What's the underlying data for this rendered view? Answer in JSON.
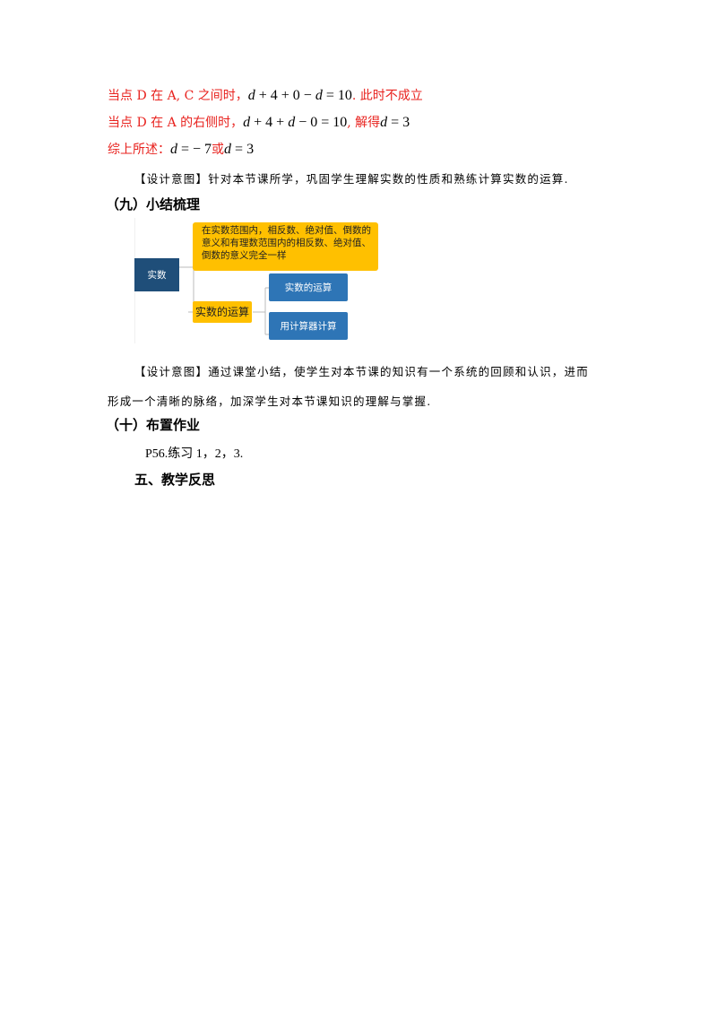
{
  "lines": {
    "l1": {
      "prefix": "当点 D 在 A, C 之间时，",
      "d1": "d",
      "mid": " + 4 + 0 − ",
      "d2": "d",
      "eq": " = 10",
      "suffix": ". 此时不成立"
    },
    "l2": {
      "prefix": "当点 D 在 A 的右侧时，",
      "d1": "d",
      "mid1": " + 4 + ",
      "d2": "d",
      "mid2": " − 0 = 10",
      "suffix": ", 解得",
      "d3": "d",
      "eq": " = 3"
    },
    "l3": {
      "prefix": "综上所述：",
      "d1": "d",
      "eq1": " = − 7",
      "or": "或",
      "d2": "d",
      "eq2": " = 3"
    }
  },
  "design_intent_1": {
    "label": "【设计意图】",
    "text": "针对本节课所学，巩固学生理解实数的性质和熟练计算实数的运算."
  },
  "section9": {
    "title": "（九）小结梳理"
  },
  "diagram": {
    "root": "实数",
    "top_box": "在实数范围内，相反数、绝对值、倒数的意义和有理数范围内的相反数、绝对值、倒数的意义完全一样",
    "mid_box": "实数的运算",
    "sub1": "实数的运算",
    "sub2": "用计算器计算"
  },
  "design_intent_2": {
    "label": "【设计意图】",
    "text1": "通过课堂小结，使学生对本节课的知识有一个系统的回顾和认识，进而",
    "text2": "形成一个清晰的脉络，加深学生对本节课知识的理解与掌握."
  },
  "section10": {
    "title": "（十）布置作业"
  },
  "homework": "P56.练习 1，2，3.",
  "section5": {
    "title": "五、教学反思"
  }
}
